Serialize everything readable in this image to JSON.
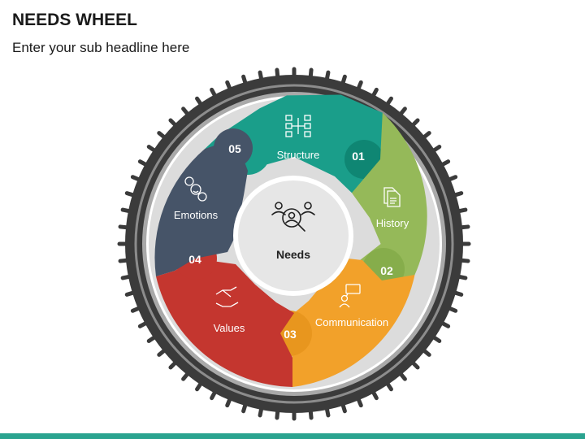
{
  "header": {
    "title": "NEEDS WHEEL",
    "subtitle": "Enter your sub headline here"
  },
  "center": {
    "label": "Needs",
    "icon": "people-magnifier-icon"
  },
  "segments": [
    {
      "number": "01",
      "label": "Structure",
      "icon": "flowchart-icon",
      "color": "#1a9e8a"
    },
    {
      "number": "02",
      "label": "History",
      "icon": "documents-icon",
      "color": "#95b959"
    },
    {
      "number": "03",
      "label": "Communication",
      "icon": "presenter-speech-icon",
      "color": "#f2a12a"
    },
    {
      "number": "04",
      "label": "Values",
      "icon": "handshake-icon",
      "color": "#c4362f"
    },
    {
      "number": "05",
      "label": "Emotions",
      "icon": "emotion-faces-icon",
      "color": "#465468"
    }
  ],
  "colors": {
    "tire_dark": "#3b3b3b",
    "tire_light": "#a9a9a9",
    "rim": "#d9d9d9",
    "center_fill": "#e6e6e6",
    "accent_bar": "#2aa38f"
  }
}
